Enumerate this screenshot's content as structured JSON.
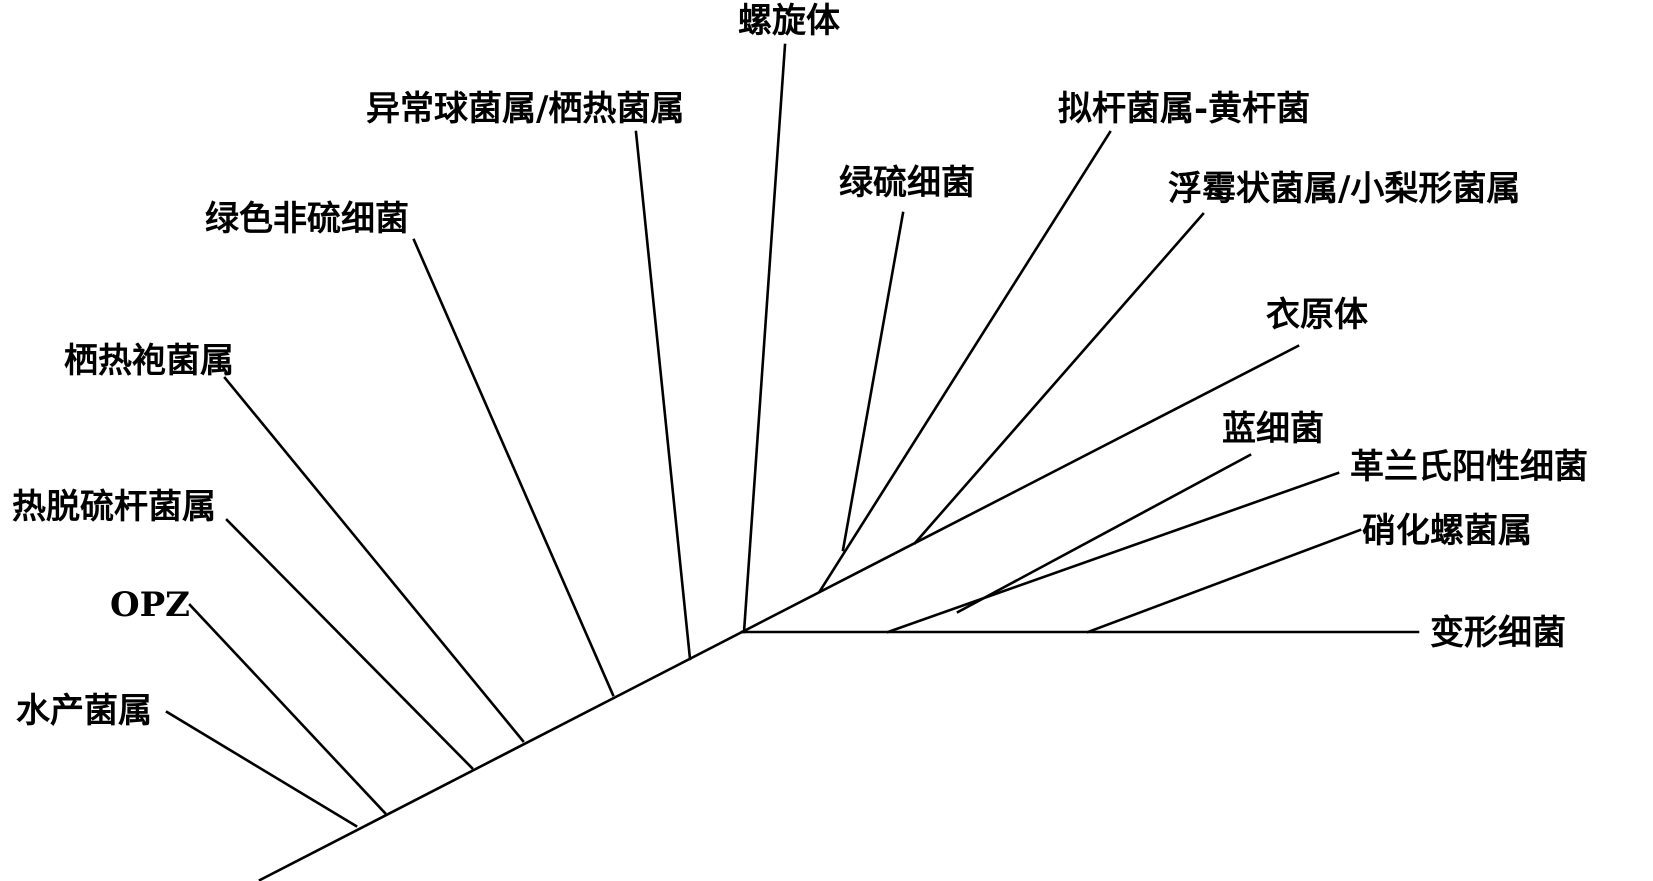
{
  "diagram": {
    "type": "unrooted-phylogenetic-tree",
    "line_color": "#000000",
    "background": "#ffffff",
    "taxa": [
      {
        "id": "aquifex",
        "label": "水产菌属"
      },
      {
        "id": "opz",
        "label": "OPZ"
      },
      {
        "id": "thermodesulfobacterium",
        "label": "热脱硫杆菌属"
      },
      {
        "id": "thermotoga",
        "label": "栖热袍菌属"
      },
      {
        "id": "green-nonsulfur",
        "label": "绿色非硫细菌"
      },
      {
        "id": "deinococcus-thermus",
        "label": "异常球菌属/栖热菌属"
      },
      {
        "id": "spirochetes",
        "label": "螺旋体"
      },
      {
        "id": "green-sulfur",
        "label": "绿硫细菌"
      },
      {
        "id": "bacteroides-flavobacterium",
        "label": "拟杆菌属-黄杆菌"
      },
      {
        "id": "planctomyces-pirellula",
        "label": "浮霉状菌属/小梨形菌属"
      },
      {
        "id": "chlamydia",
        "label": "衣原体"
      },
      {
        "id": "cyanobacteria",
        "label": "蓝细菌"
      },
      {
        "id": "gram-positive",
        "label": "革兰氏阳性细菌"
      },
      {
        "id": "nitrospira",
        "label": "硝化螺菌属"
      },
      {
        "id": "proteobacteria",
        "label": "变形细菌"
      }
    ]
  }
}
